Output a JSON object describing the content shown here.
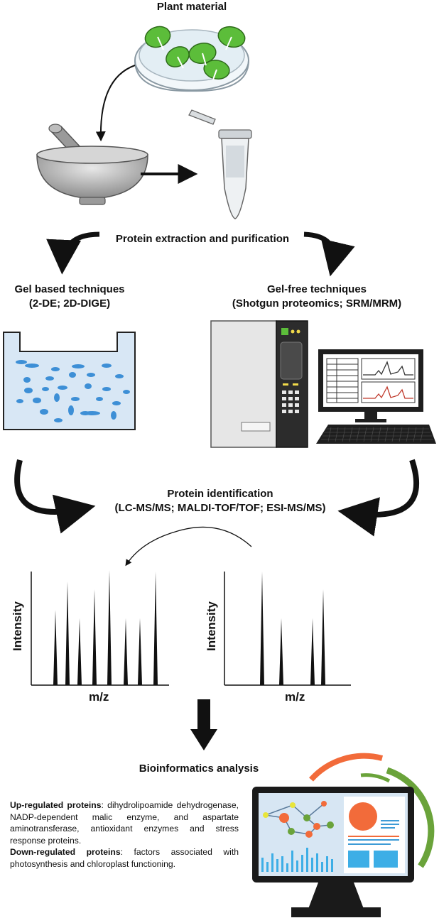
{
  "steps": {
    "plant_material": "Plant material",
    "extraction": "Protein extraction and purification",
    "gel_based": {
      "title": "Gel based techniques",
      "subtitle": "(2-DE; 2D-DIGE)"
    },
    "gel_free": {
      "title": "Gel-free techniques",
      "subtitle": "(Shotgun proteomics; SRM/MRM)"
    },
    "identification": {
      "title": "Protein identification",
      "subtitle": "(LC-MS/MS; MALDI-TOF/TOF; ESI-MS/MS)"
    },
    "bioinformatics": "Bioinformatics analysis"
  },
  "spectra": {
    "xlabel": "m/z",
    "ylabel": "Intensity"
  },
  "findings": {
    "up_label": "Up-regulated proteins",
    "up_text": ": dihydrolipoamide dehydrogenase, NADP-dependent malic enzyme, and aspartate aminotransferase, antioxidant enzymes and stress response proteins.",
    "down_label": "Down-regulated proteins",
    "down_text": ": factors associated with photosynthesis and chloroplast functioning."
  },
  "colors": {
    "leaf": "#5cbd3a",
    "gel": "#d8e7f5",
    "spot": "#3d8fd6",
    "monitor_accent": "#f26b3a",
    "ring_green": "#6aa33a"
  },
  "icons": [
    "petri-dish-icon",
    "mortar-pestle-icon",
    "tube-icon",
    "mass-spectrometer-icon",
    "computer-icon",
    "gel-tank-icon",
    "analytics-monitor-icon"
  ]
}
